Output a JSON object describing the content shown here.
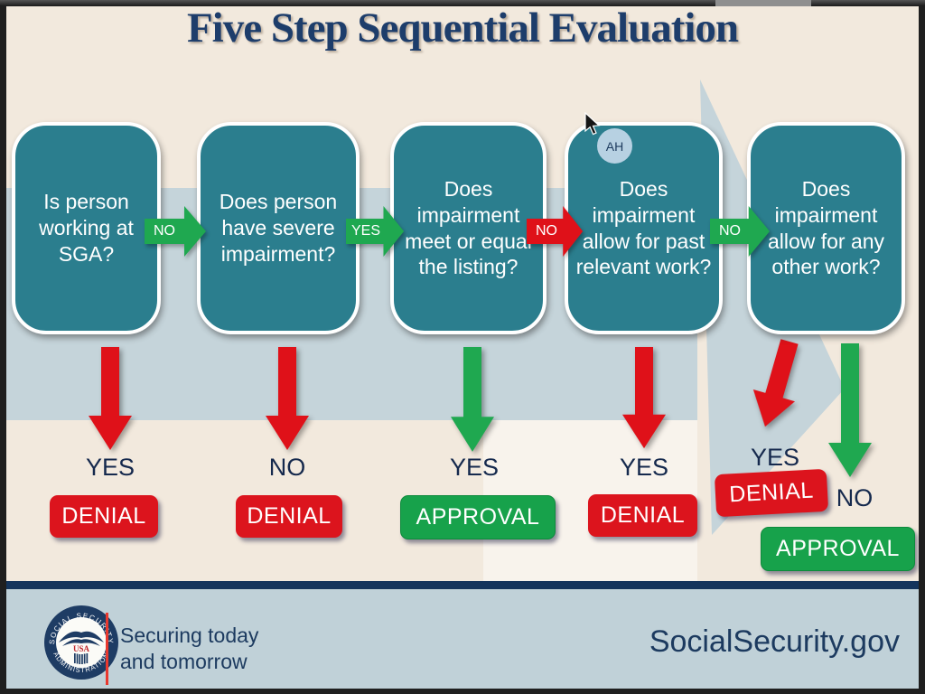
{
  "title": "Five Step Sequential Evaluation",
  "steps": [
    {
      "question": "Is person working at SGA?",
      "outcomes": [
        {
          "label": "YES",
          "result": "DENIAL",
          "color": "red"
        }
      ]
    },
    {
      "question": "Does person have severe impairment?",
      "outcomes": [
        {
          "label": "NO",
          "result": "DENIAL",
          "color": "red"
        }
      ]
    },
    {
      "question": "Does impairment meet or equal the listing?",
      "outcomes": [
        {
          "label": "YES",
          "result": "APPROVAL",
          "color": "green"
        }
      ]
    },
    {
      "question": "Does impairment allow for past relevant work?",
      "outcomes": [
        {
          "label": "YES",
          "result": "DENIAL",
          "color": "red"
        }
      ]
    },
    {
      "question": "Does impairment allow for any other work?",
      "outcomes": [
        {
          "label": "YES",
          "result": "DENIAL",
          "color": "red"
        },
        {
          "label": "NO",
          "result": "APPROVAL",
          "color": "green"
        }
      ]
    }
  ],
  "connectors": [
    {
      "from": 1,
      "to": 2,
      "label": "NO",
      "color": "green"
    },
    {
      "from": 2,
      "to": 3,
      "label": "YES",
      "color": "green"
    },
    {
      "from": 3,
      "to": 4,
      "label": "NO",
      "color": "red"
    },
    {
      "from": 4,
      "to": 5,
      "label": "NO",
      "color": "green"
    }
  ],
  "collaborator_cursor": {
    "initials": "AH"
  },
  "footer": {
    "seal": {
      "arc_top": "SOCIAL SECURITY",
      "arc_bottom": "ADMINISTRATION",
      "center": "USA"
    },
    "tagline_line1": "Securing today",
    "tagline_line2": "and tomorrow",
    "website": "SocialSecurity.gov"
  },
  "colors": {
    "box_teal": "#2b7e8e",
    "arrow_green": "#1fa850",
    "arrow_red": "#df1119",
    "navy_text": "#1c3a5f",
    "band_blue": "#c5d4da",
    "slide_background": "#f2e9dd",
    "footer_band": "#c0d1d8",
    "badge_red": "#dc141d",
    "badge_green": "#17a24b"
  }
}
